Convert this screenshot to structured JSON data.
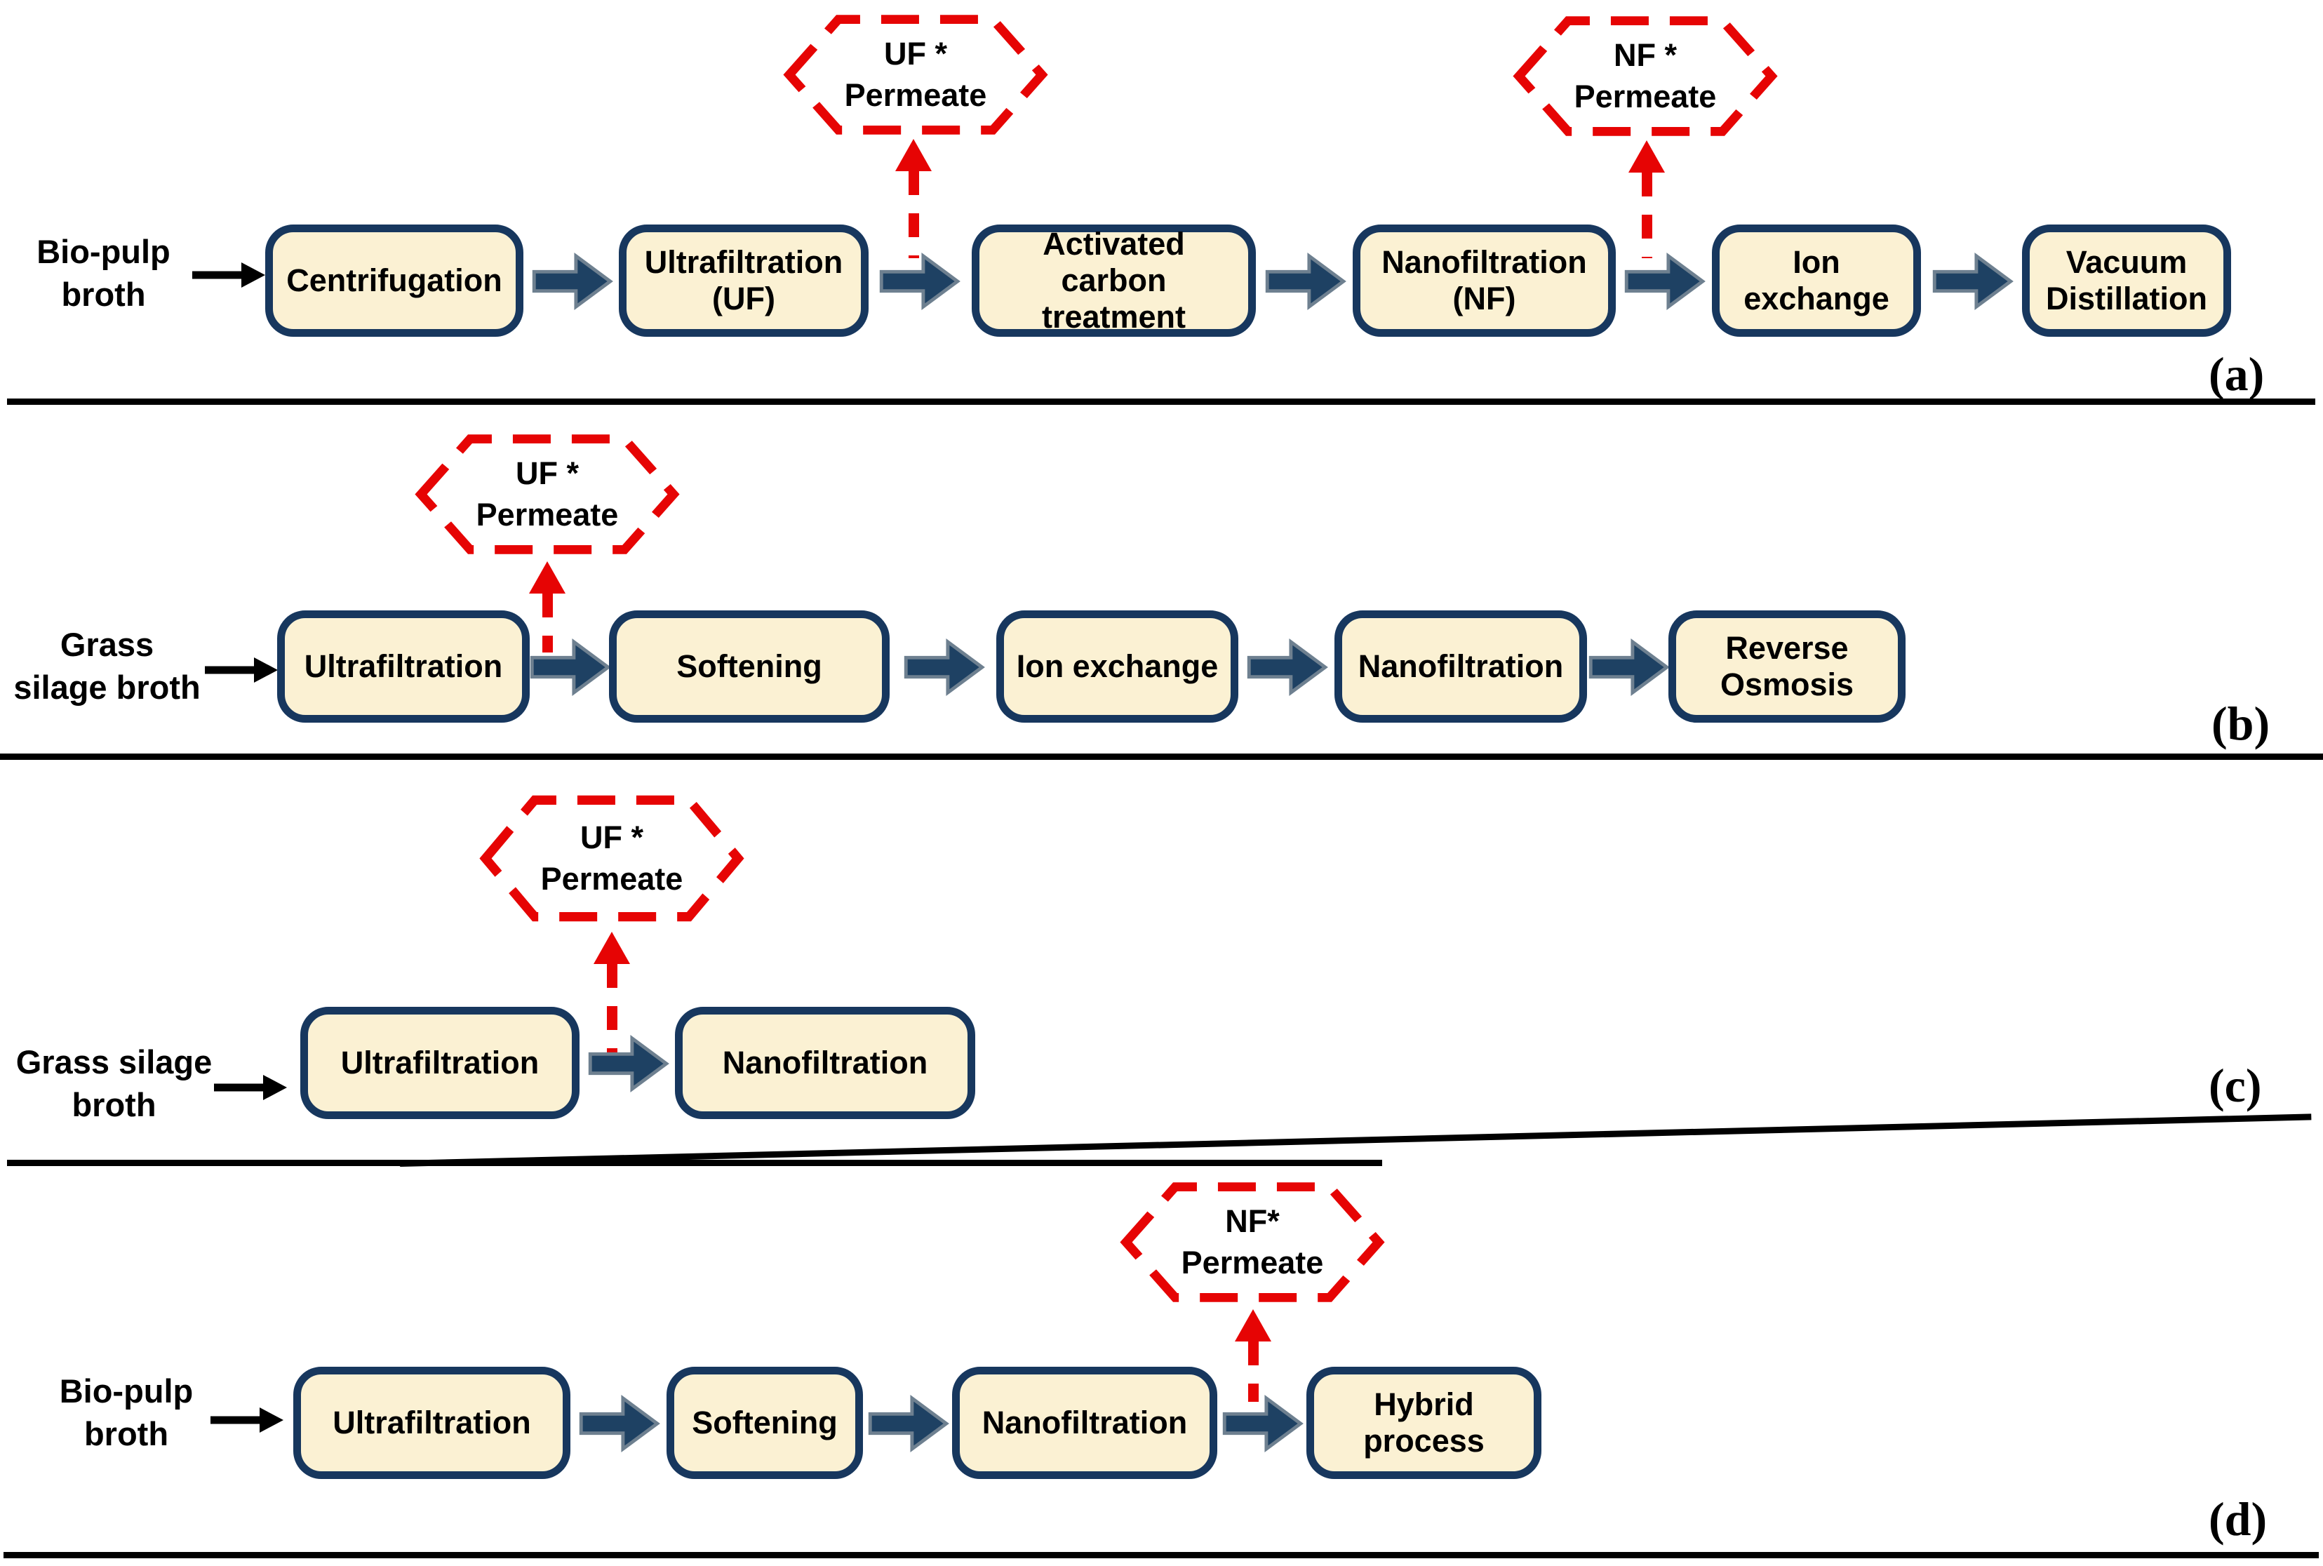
{
  "figure": {
    "type": "process-flow-diagram",
    "colors": {
      "box_fill": "#FBF1D3",
      "box_border": "#17375E",
      "block_arrow_fill": "#1E4163",
      "block_arrow_outline": "#6E8090",
      "dashed_red": "#E60404",
      "text": "#000000",
      "separator": "#000000"
    }
  },
  "panels": [
    {
      "label": "(a)",
      "feed": "Bio-pulp broth",
      "boxes": [
        "Centrifugation",
        "Ultrafiltration (UF)",
        "Activated carbon treatment",
        "Nanofiltration (NF)",
        "Ion exchange",
        "Vacuum Distillation"
      ],
      "callouts": [
        {
          "line1": "UF *",
          "line2": "Permeate"
        },
        {
          "line1": "NF *",
          "line2": "Permeate"
        }
      ]
    },
    {
      "label": "(b)",
      "feed": "Grass silage broth",
      "boxes": [
        "Ultrafiltration",
        "Softening",
        "Ion exchange",
        "Nanofiltration",
        "Reverse Osmosis"
      ],
      "callouts": [
        {
          "line1": "UF *",
          "line2": "Permeate"
        }
      ]
    },
    {
      "label": "(c)",
      "feed": "Grass silage broth",
      "boxes": [
        "Ultrafiltration",
        "Nanofiltration"
      ],
      "callouts": [
        {
          "line1": "UF *",
          "line2": "Permeate"
        }
      ]
    },
    {
      "label": "(d)",
      "feed": "Bio-pulp broth",
      "boxes": [
        "Ultrafiltration",
        "Softening",
        "Nanofiltration",
        "Hybrid process"
      ],
      "callouts": [
        {
          "line1": "NF*",
          "line2": "Permeate"
        }
      ]
    }
  ]
}
